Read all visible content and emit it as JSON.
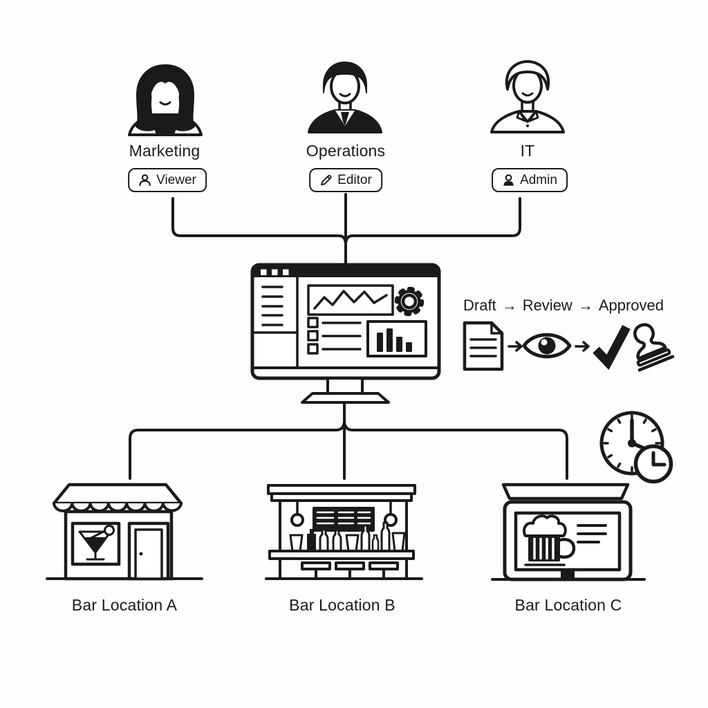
{
  "palette": {
    "ink": "#1a1a1a",
    "background": "#fffdfe"
  },
  "personas": [
    {
      "department": "Marketing",
      "role": "Viewer",
      "role_icon": "user-outline-icon",
      "avatar_icon": "woman-avatar"
    },
    {
      "department": "Operations",
      "role": "Editor",
      "role_icon": "pencil-icon",
      "avatar_icon": "man-suit-avatar"
    },
    {
      "department": "IT",
      "role": "Admin",
      "role_icon": "user-filled-icon",
      "avatar_icon": "man-polo-avatar"
    }
  ],
  "hub": {
    "illustration": "dashboard-monitor",
    "widgets": [
      "sidebar-menu",
      "line-chart",
      "gear-icon",
      "checklist",
      "bar-chart"
    ]
  },
  "workflow": {
    "stages": [
      "Draft",
      "Review",
      "Approved"
    ],
    "arrow": "→",
    "step_icons": [
      "document-icon",
      "eye-icon",
      "checkmark-icon",
      "stamp-icon"
    ]
  },
  "schedule_icon": "clock-icon",
  "locations": [
    {
      "label": "Bar Location A",
      "icon": "storefront-cocktail-icon"
    },
    {
      "label": "Bar Location B",
      "icon": "bar-counter-icon"
    },
    {
      "label": "Bar Location C",
      "icon": "beer-menu-screen-icon"
    }
  ]
}
